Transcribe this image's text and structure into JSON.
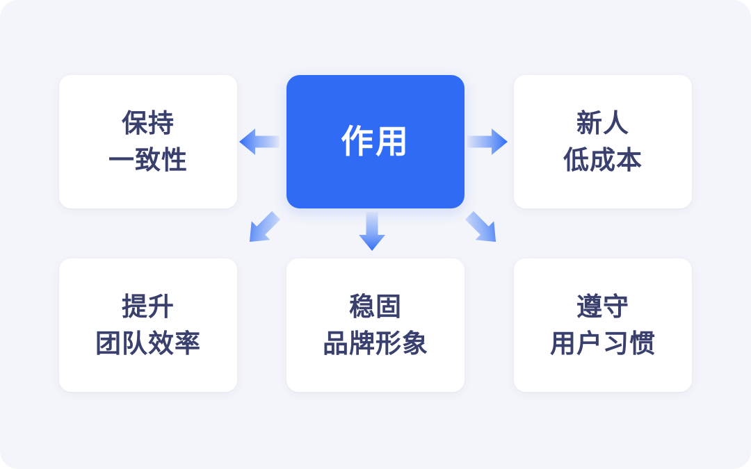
{
  "theme": {
    "background": "#f4f5fa",
    "card_background": "#ffffff",
    "accent_blue": "#2f6bf5",
    "accent_blue_light": "#7ba4f8",
    "text_navy": "#39406d",
    "center_text": "#ffffff"
  },
  "diagram": {
    "type": "hub-and-spoke",
    "center": {
      "label": "作用",
      "lines": [
        "作用"
      ],
      "name": "center-node"
    },
    "nodes": [
      {
        "name": "node-consistency",
        "position": "top-left",
        "lines": [
          "保持",
          "一致性"
        ]
      },
      {
        "name": "node-newcomer-low-cost",
        "position": "top-right",
        "lines": [
          "新人",
          "低成本"
        ]
      },
      {
        "name": "node-team-efficiency",
        "position": "bottom-left",
        "lines": [
          "提升",
          "团队效率"
        ]
      },
      {
        "name": "node-brand-image",
        "position": "bottom-center",
        "lines": [
          "稳固",
          "品牌形象"
        ]
      },
      {
        "name": "node-user-habits",
        "position": "bottom-right",
        "lines": [
          "遵守",
          "用户习惯"
        ]
      }
    ],
    "arrows": [
      {
        "name": "arrow-left",
        "direction": "left",
        "from": "center-node",
        "to": "node-consistency"
      },
      {
        "name": "arrow-right",
        "direction": "right",
        "from": "center-node",
        "to": "node-newcomer-low-cost"
      },
      {
        "name": "arrow-down-left",
        "direction": "down-left",
        "from": "center-node",
        "to": "node-team-efficiency"
      },
      {
        "name": "arrow-down",
        "direction": "down",
        "from": "center-node",
        "to": "node-brand-image"
      },
      {
        "name": "arrow-down-right",
        "direction": "down-right",
        "from": "center-node",
        "to": "node-user-habits"
      }
    ]
  }
}
